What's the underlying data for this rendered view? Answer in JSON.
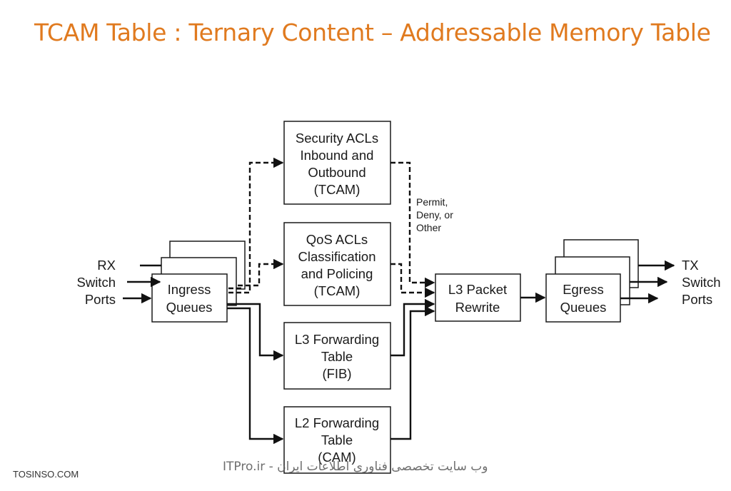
{
  "title": "TCAM Table : Ternary Content – Addressable Memory Table",
  "labels": {
    "rx": [
      "RX",
      "Switch",
      "Ports"
    ],
    "tx": [
      "TX",
      "Switch",
      "Ports"
    ],
    "ingress": [
      "Ingress",
      "Queues"
    ],
    "security": [
      "Security ACLs",
      "Inbound and",
      "Outbound",
      "(TCAM)"
    ],
    "qos": [
      "QoS ACLs",
      "Classification",
      "and Policing",
      "(TCAM)"
    ],
    "l3fwd": [
      "L3 Forwarding",
      "Table",
      "(FIB)"
    ],
    "l2fwd": [
      "L2 Forwarding",
      "Table",
      "(CAM)"
    ],
    "l3packet": [
      "L3 Packet",
      "Rewrite"
    ],
    "egress": [
      "Egress",
      "Queues"
    ],
    "permit": [
      "Permit,",
      "Deny, or",
      "Other"
    ]
  },
  "footer": {
    "left": "TOSINSO.COM",
    "center": "ITPro.ir - وب سایت تخصصی فناوری اطلاعات ایران"
  }
}
